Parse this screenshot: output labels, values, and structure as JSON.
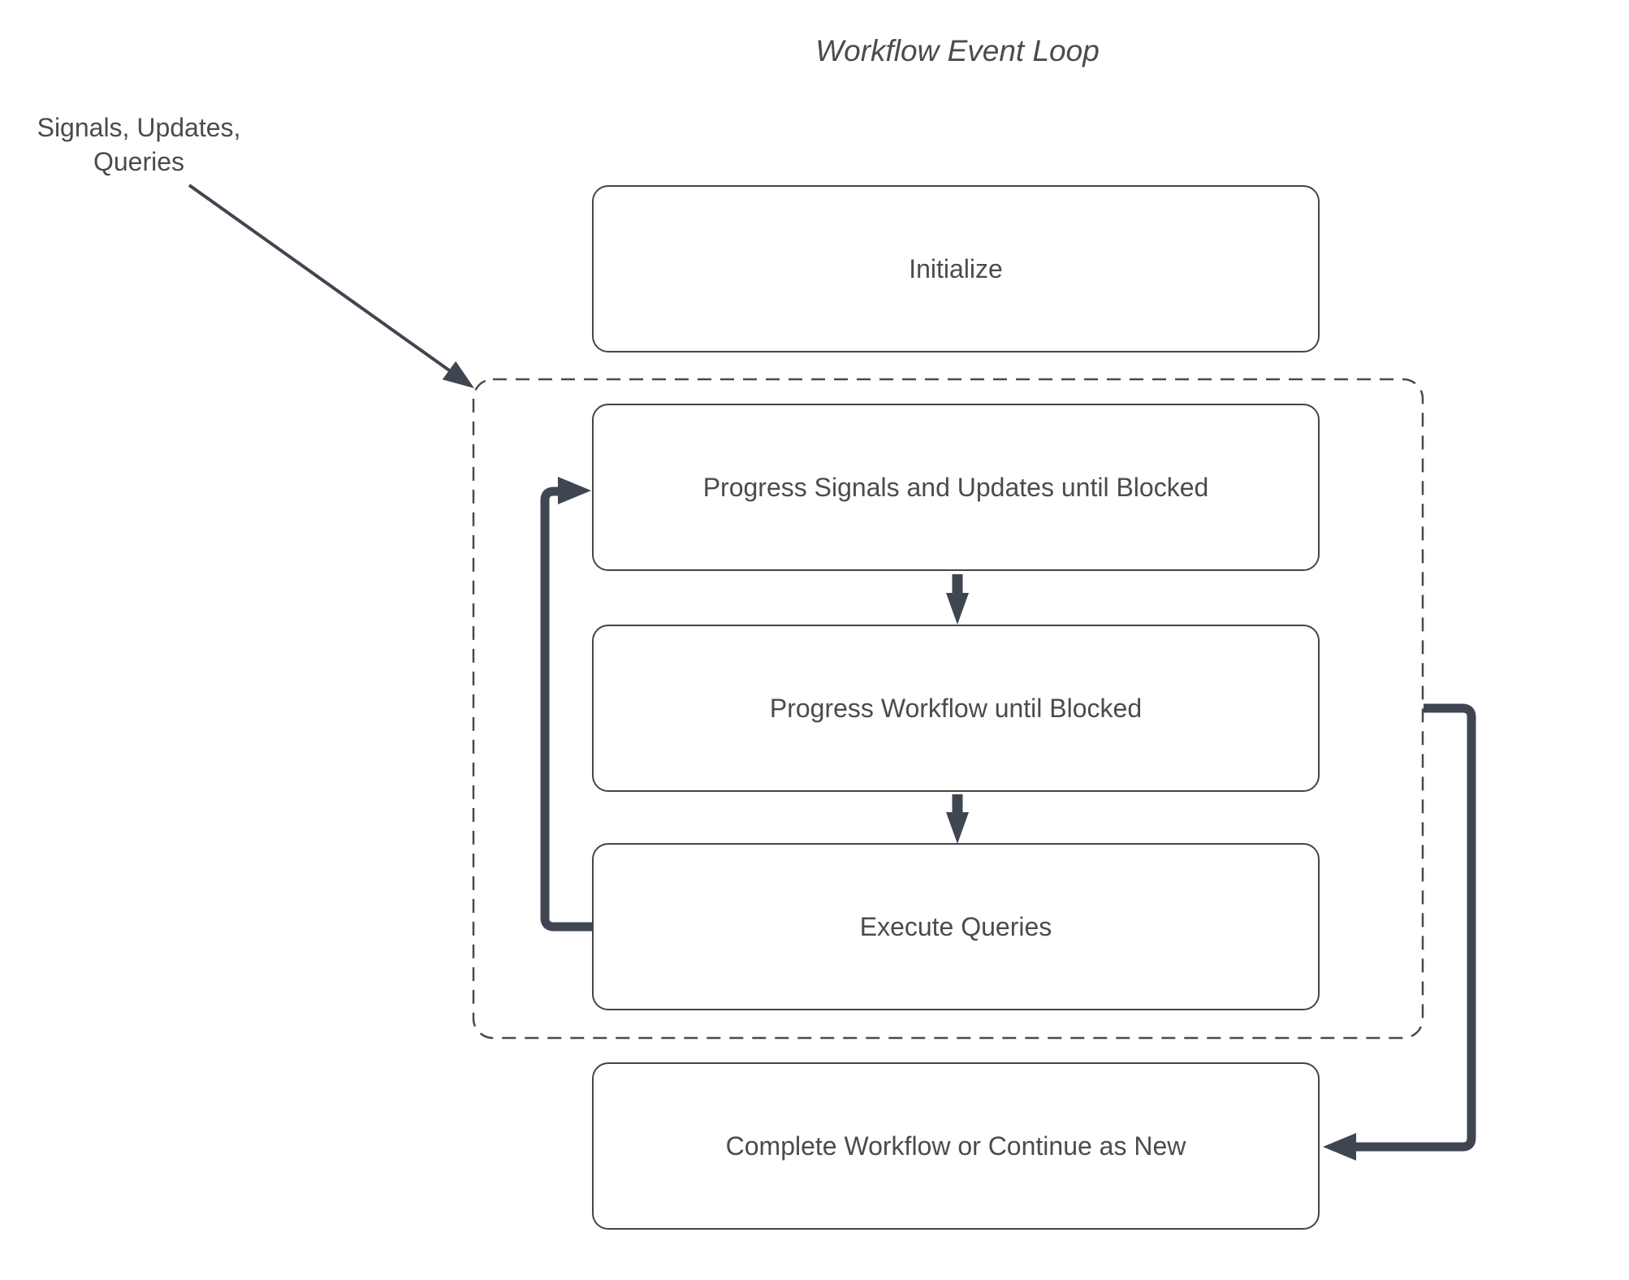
{
  "title": "Workflow Event Loop",
  "annotation": {
    "line1": "Signals, Updates,",
    "line2": "Queries"
  },
  "nodes": {
    "initialize": {
      "label": "Initialize"
    },
    "progress_signals": {
      "label": "Progress Signals and Updates until Blocked"
    },
    "progress_workflow": {
      "label": "Progress Workflow until Blocked"
    },
    "execute_queries": {
      "label": "Execute Queries"
    },
    "complete": {
      "label": "Complete Workflow or Continue as New"
    }
  },
  "icons": {
    "signals_arrow": "diagonal-arrow-into-event-loop",
    "loop_back_arrow": "loop-back-arrow-execute-queries-to-progress-signals",
    "exit_arrow": "exit-arrow-event-loop-to-complete",
    "down_arrow_1": "arrow-progress-signals-to-progress-workflow",
    "down_arrow_2": "arrow-progress-workflow-to-execute-queries"
  },
  "colors": {
    "background": "#ffffff",
    "box_fill": "#ffffff",
    "box_border": "#454545",
    "dashed_border": "#4a4a4a",
    "text": "#4b4b4b",
    "arrow": "#3f4651"
  }
}
